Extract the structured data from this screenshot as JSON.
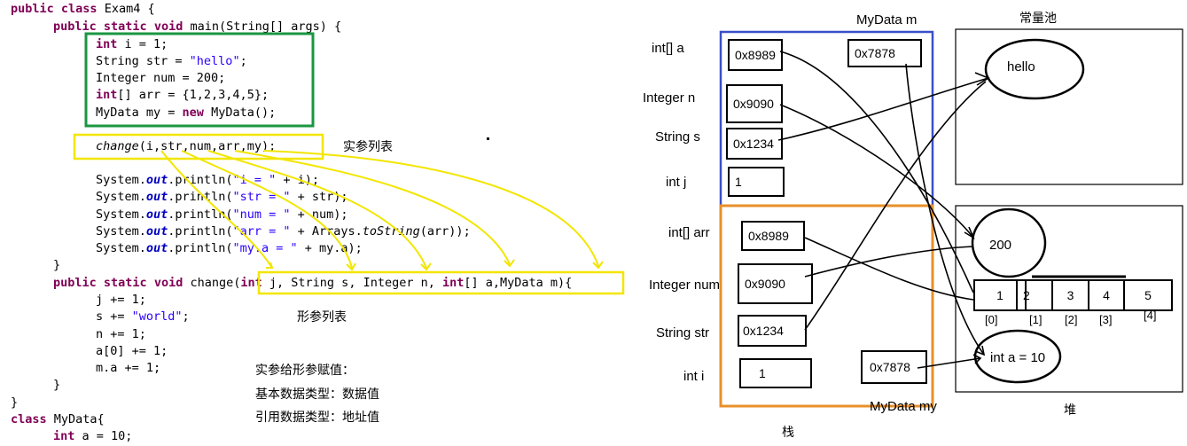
{
  "code": {
    "l1": {
      "kw1": "public",
      "kw2": "class",
      "rest": " Exam4 {"
    },
    "l2": {
      "kw1": "public",
      "kw2": "static",
      "kw3": "void",
      "rest": " main(String[] args) {"
    },
    "l3": {
      "kw": "int",
      "rest": " i = 1;"
    },
    "l4": {
      "pre": "String str = ",
      "str": "\"hello\"",
      "post": ";"
    },
    "l5": {
      "pre": "Integer num = 200;"
    },
    "l6": {
      "kw": "int",
      "rest": "[] arr = {1,2,3,4,5};"
    },
    "l7": {
      "pre": "MyData my = ",
      "kw": "new",
      "post": " MyData();"
    },
    "l8": {
      "call": "change",
      "args": "(i,str,num,arr,my);"
    },
    "p1": {
      "a": "System.",
      "f": "out",
      "b": ".println(",
      "s": "\"i = \"",
      "c": " + i);"
    },
    "p2": {
      "a": "System.",
      "f": "out",
      "b": ".println(",
      "s": "\"str = \"",
      "c": " + str);"
    },
    "p3": {
      "a": "System.",
      "f": "out",
      "b": ".println(",
      "s": "\"num = \"",
      "c": " + num);"
    },
    "p4": {
      "a": "System.",
      "f": "out",
      "b": ".println(",
      "s": "\"arr = \"",
      "c": " + Arrays.",
      "m": "toString",
      "d": "(arr));"
    },
    "p5": {
      "a": "System.",
      "f": "out",
      "b": ".println(",
      "s": "\"my.a = \"",
      "c": " + my.a);"
    },
    "close1": "}",
    "l9": {
      "kw1": "public",
      "kw2": "static",
      "kw3": "void",
      "rest": " change(",
      "k1": "int",
      "r1": " j, String s, Integer n, ",
      "k2": "int",
      "r2": "[] a,MyData m){"
    },
    "b1": "j += 1;",
    "b2": {
      "pre": "s += ",
      "str": "\"world\"",
      "post": ";"
    },
    "b3": "n += 1;",
    "b4": "a[0] += 1;",
    "b5": "m.a += 1;",
    "close2": "}",
    "close3": "}",
    "l10": {
      "kw": "class",
      "rest": " MyData{"
    },
    "l11": {
      "kw": "int",
      "rest": " a = 10;"
    }
  },
  "notes": {
    "actual_params": "实参列表",
    "formal_params": "形参列表",
    "rule_title": "实参给形参赋值：",
    "rule_basic": "基本数据类型：数据值",
    "rule_ref": "引用数据类型：地址值"
  },
  "memory": {
    "frame_change_label": "MyData m",
    "frame_main_label": "MyData my",
    "const_pool_label": "常量池",
    "stack_label": "栈",
    "heap_label": "堆",
    "change_vars": [
      {
        "name": "int[]  a",
        "value": "0x8989"
      },
      {
        "name": "Integer n",
        "value": "0x9090"
      },
      {
        "name": "String  s",
        "value": "0x1234"
      },
      {
        "name": "int  j",
        "value": "1"
      }
    ],
    "change_m_value": "0x7878",
    "main_vars": [
      {
        "name": "int[]    arr",
        "value": "0x8989"
      },
      {
        "name": "Integer num",
        "value": "0x9090"
      },
      {
        "name": "String str",
        "value": "0x1234"
      },
      {
        "name": "int  i",
        "value": "1"
      }
    ],
    "main_my_value": "0x7878",
    "hello": "hello",
    "integer_obj": "200",
    "array_values": [
      "1",
      "2",
      "3",
      "4",
      "5"
    ],
    "array_indices": [
      "[0]",
      "[1]",
      "[2]",
      "[3]",
      "[4]"
    ],
    "mydata_obj": "int a = 10"
  },
  "colors": {
    "green": "#1a9641",
    "yellow": "#f2e600",
    "blue": "#3a4fc8",
    "orange": "#e8902a"
  }
}
